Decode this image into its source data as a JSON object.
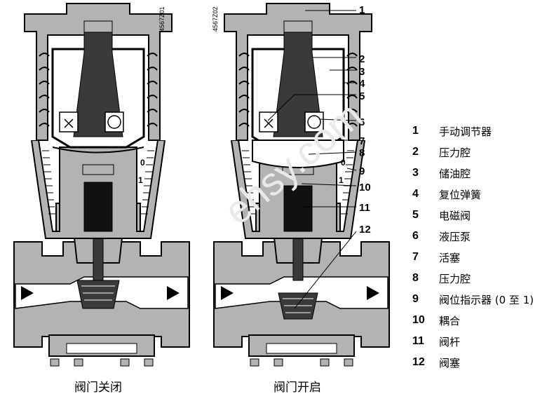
{
  "diagram_codes": {
    "left": "4567Z01",
    "right": "4567Z02"
  },
  "captions": {
    "left": "阀门关闭",
    "right": "阀门开启"
  },
  "indicator_scale": {
    "zero": "0",
    "one": "1"
  },
  "watermark": "ehsy.com",
  "legend": [
    {
      "num": "1",
      "text": "手动调节器"
    },
    {
      "num": "2",
      "text": "压力腔"
    },
    {
      "num": "3",
      "text": "储油腔"
    },
    {
      "num": "4",
      "text": "复位弹簧"
    },
    {
      "num": "5",
      "text": "电磁阀"
    },
    {
      "num": "6",
      "text": "液压泵"
    },
    {
      "num": "7",
      "text": "活塞"
    },
    {
      "num": "8",
      "text": "压力腔"
    },
    {
      "num": "9",
      "text": "阀位指示器 (0 至 1)"
    },
    {
      "num": "10",
      "text": "耦合"
    },
    {
      "num": "11",
      "text": "阀杆"
    },
    {
      "num": "12",
      "text": "阀塞"
    }
  ],
  "callout_numbers": [
    "1",
    "2",
    "3",
    "4",
    "5",
    "6",
    "7",
    "8",
    "9",
    "10",
    "11",
    "12"
  ],
  "colors": {
    "body": "#b3b3b3",
    "dark": "#3a3a3a",
    "black": "#111111",
    "line": "#000000"
  }
}
